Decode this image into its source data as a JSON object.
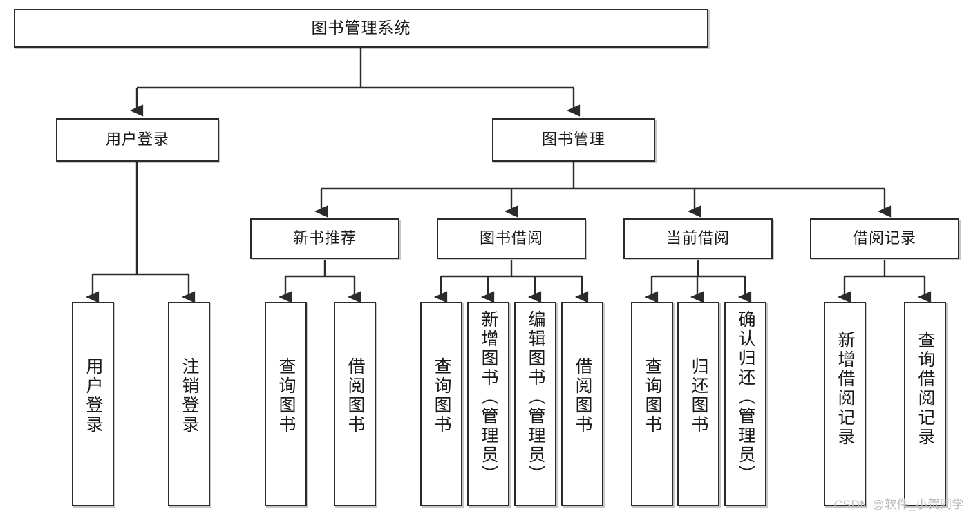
{
  "diagram": {
    "title": "图书管理系统",
    "type": "功能结构图",
    "levels": 4,
    "nodes": {
      "root": {
        "label": "图书管理系统"
      },
      "level2": [
        {
          "id": "user-login",
          "label": "用户登录"
        },
        {
          "id": "book-manage",
          "label": "图书管理"
        }
      ],
      "level3": [
        {
          "id": "new-book-recommend",
          "label": "新书推荐"
        },
        {
          "id": "book-borrow",
          "label": "图书借阅"
        },
        {
          "id": "current-borrow",
          "label": "当前借阅"
        },
        {
          "id": "borrow-record",
          "label": "借阅记录"
        }
      ],
      "leaves": {
        "user_login": [
          {
            "id": "leaf-user-login",
            "label": "用户登录"
          },
          {
            "id": "leaf-logout-login",
            "label": "注销登录"
          }
        ],
        "new_book_recommend": [
          {
            "id": "leaf-query-book-1",
            "label": "查询图书"
          },
          {
            "id": "leaf-borrow-book-1",
            "label": "借阅图书"
          }
        ],
        "book_borrow": [
          {
            "id": "leaf-query-book-2",
            "label": "查询图书"
          },
          {
            "id": "leaf-add-book",
            "label": "新增图书（管理员）"
          },
          {
            "id": "leaf-edit-book",
            "label": "编辑图书（管理员）"
          },
          {
            "id": "leaf-borrow-book-2",
            "label": "借阅图书"
          }
        ],
        "current_borrow": [
          {
            "id": "leaf-query-book-3",
            "label": "查询图书"
          },
          {
            "id": "leaf-return-book",
            "label": "归还图书"
          },
          {
            "id": "leaf-confirm-return",
            "label": "确认归还（管理员）"
          }
        ],
        "borrow_record": [
          {
            "id": "leaf-add-borrow-record",
            "label": "新增借阅记录"
          },
          {
            "id": "leaf-query-borrow-record",
            "label": "查询借阅记录"
          }
        ]
      }
    },
    "colors": {
      "node_border": "#2b2b2b",
      "node_fill": "#ffffff",
      "edge": "#2b2b2b",
      "text": "#1a1a1a",
      "watermark": "#b9b9b9",
      "background": "#ffffff"
    }
  },
  "watermark": {
    "text": "CSDN @软件_小贺同学"
  }
}
